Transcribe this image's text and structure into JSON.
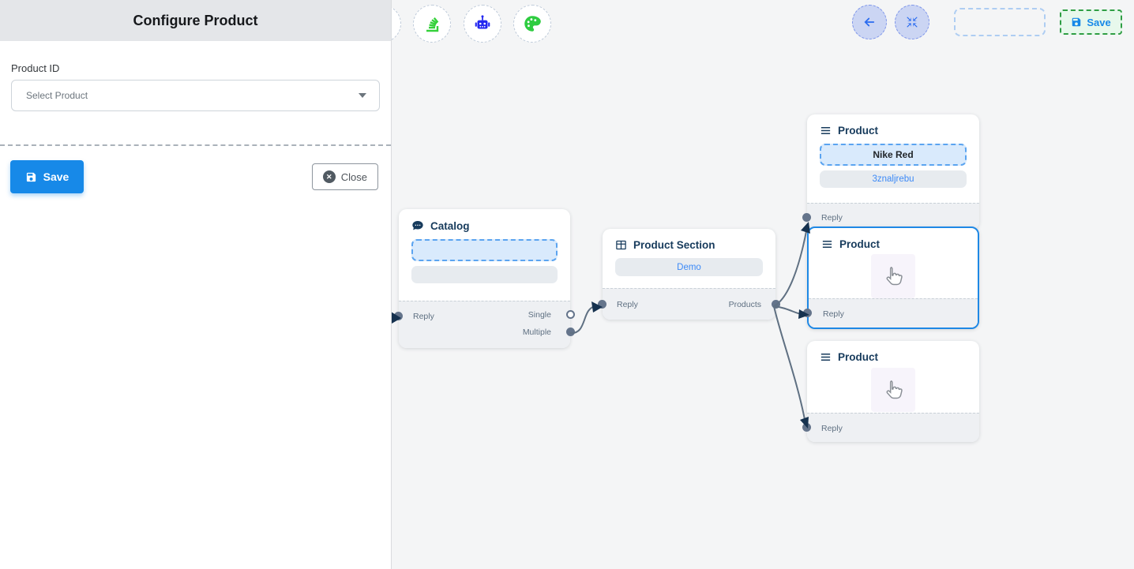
{
  "panel": {
    "title": "Configure Product",
    "product_id_label": "Product ID",
    "select_placeholder": "Select Product",
    "save_label": "Save",
    "close_label": "Close"
  },
  "topbar": {
    "save_label": "Save"
  },
  "nodes": {
    "catalog": {
      "title": "Catalog",
      "ports": {
        "reply": "Reply",
        "single": "Single",
        "multiple": "Multiple"
      }
    },
    "productSection": {
      "title": "Product Section",
      "item": "Demo",
      "ports": {
        "reply": "Reply",
        "products": "Products"
      }
    },
    "product1": {
      "title": "Product",
      "field1": "Nike Red",
      "field2": "3znaljrebu",
      "ports": {
        "reply": "Reply"
      }
    },
    "product2": {
      "title": "Product",
      "ports": {
        "reply": "Reply"
      }
    },
    "product3": {
      "title": "Product",
      "ports": {
        "reply": "Reply"
      }
    }
  },
  "colors": {
    "accent_blue": "#1789e8",
    "selected_node_border": "#1e88e5",
    "edge_stroke": "#5f7082",
    "arrow_fill": "#16324f",
    "save_dashed_border": "#2f9e44",
    "canvas_bg": "#f4f5f6",
    "panel_header_bg": "#e4e6e9"
  }
}
